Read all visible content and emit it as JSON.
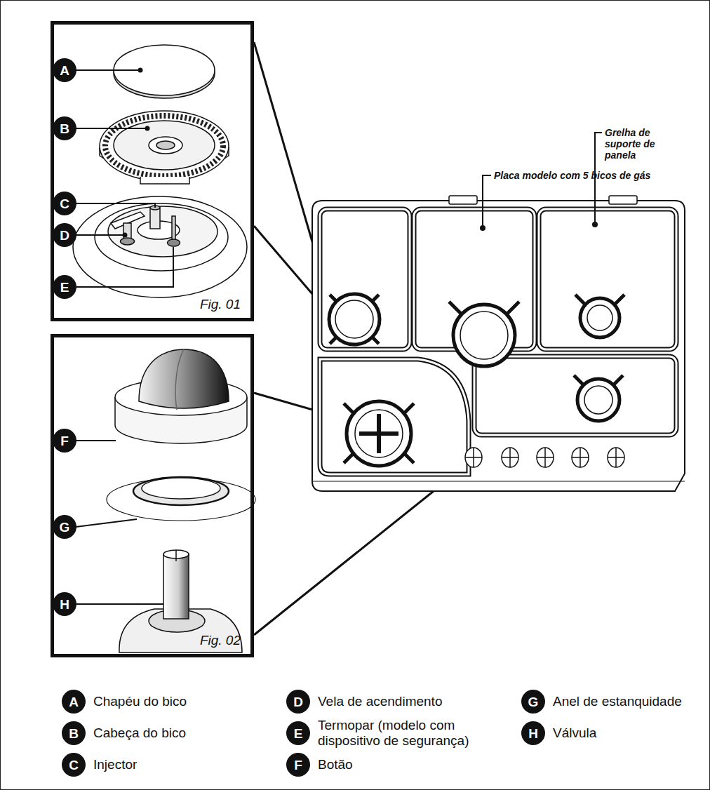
{
  "diagram": {
    "nodes": [
      {
        "text": [
          "Fig. 01"
        ]
      },
      {
        "text": [
          "Fig. 02"
        ]
      }
    ],
    "labels": [
      "A",
      "B",
      "C",
      "D",
      "E",
      "F",
      "G",
      "H",
      "Placa modelo com 5 bicos de gás",
      "Grelha de suporte de panela",
      "A",
      "Chapéu do bico",
      "D",
      "Vela de acendimento",
      "G",
      "Anel de estanquidade",
      "B",
      "Cabeça do bico",
      "E",
      "Termopar (modelo com dispositivo de segurança)",
      "H",
      "Válvula",
      "C",
      "Injector",
      "F",
      "Botão"
    ]
  }
}
